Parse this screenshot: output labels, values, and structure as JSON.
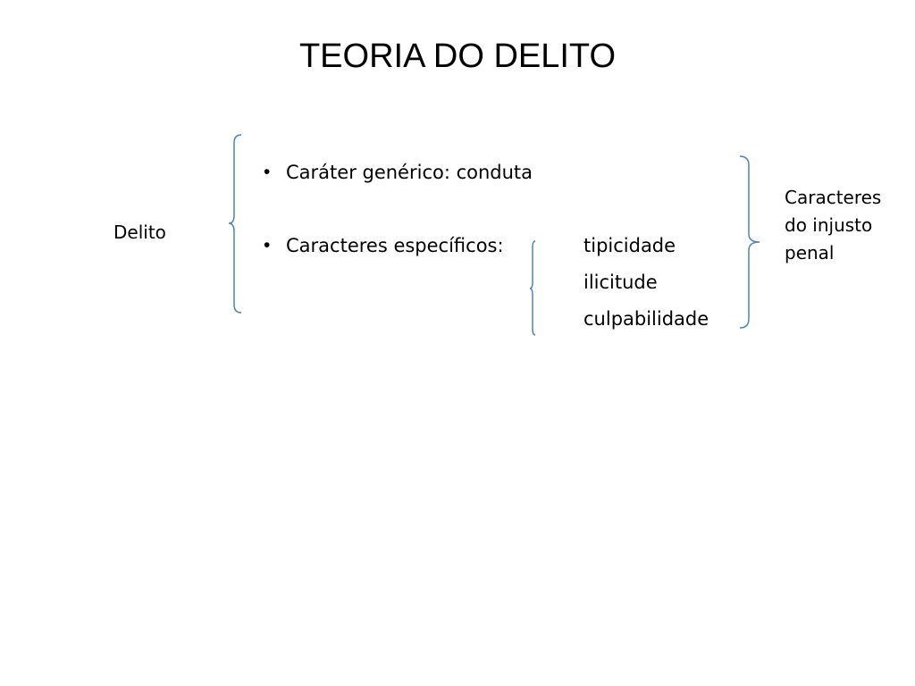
{
  "title": "TEORIA DO DELITO",
  "left_label": "Delito",
  "bullets": [
    {
      "text": "Caráter genérico: conduta"
    },
    {
      "text": "Caracteres específicos:"
    }
  ],
  "characteristics": [
    "tipicidade",
    "ilicitude",
    "culpabilidade"
  ],
  "right_label_lines": [
    "Caracteres",
    "do injusto",
    "penal"
  ],
  "colors": {
    "brace": "#4f81bd",
    "text": "#000000"
  }
}
